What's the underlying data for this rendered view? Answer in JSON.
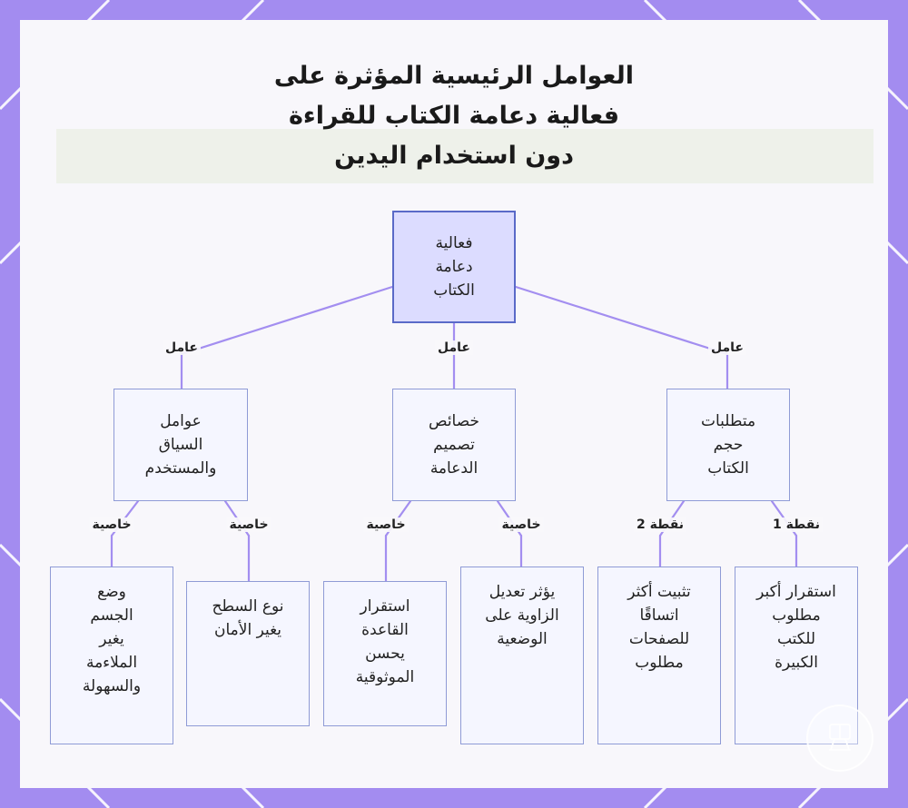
{
  "title": {
    "lines": [
      "العوامل الرئيسية المؤثرة على",
      "فعالية دعامة الكتاب للقراءة",
      "دون استخدام اليدين"
    ]
  },
  "nodes": {
    "root": {
      "lines": [
        "فعالية",
        "دعامة",
        "الكتاب"
      ]
    },
    "size": {
      "lines": [
        "متطلبات",
        "حجم",
        "الكتاب"
      ]
    },
    "design": {
      "lines": [
        "خصائص",
        "تصميم",
        "الدعامة"
      ]
    },
    "context": {
      "lines": [
        "عوامل",
        "السياق",
        "والمستخدم"
      ]
    },
    "large": {
      "lines": [
        "استقرار أكبر",
        "مطلوب",
        "للكتب",
        "الكبيرة"
      ]
    },
    "consistent": {
      "lines": [
        "تثبيت أكثر",
        "اتساقًا",
        "للصفحات",
        "مطلوب"
      ]
    },
    "angle": {
      "lines": [
        "يؤثر تعديل",
        "الزاوية على",
        "الوضعية"
      ]
    },
    "base": {
      "lines": [
        "استقرار",
        "القاعدة",
        "يحسن",
        "الموثوقية"
      ]
    },
    "surface": {
      "lines": [
        "نوع السطح",
        "يغير الأمان"
      ]
    },
    "posture": {
      "lines": [
        "وضع",
        "الجسم",
        "يغير",
        "الملاءمة",
        "والسهولة"
      ]
    }
  },
  "edges": {
    "factor": "عامل",
    "property": "خاصية",
    "point1": "نقطة 1",
    "point2": "نقطة 2"
  },
  "colors": {
    "frame": "#a38cf0",
    "edge": "#a38ef0",
    "root_fill": "#dcdcff",
    "node_fill": "#f5f6ff",
    "node_border": "#8f9bd6"
  }
}
